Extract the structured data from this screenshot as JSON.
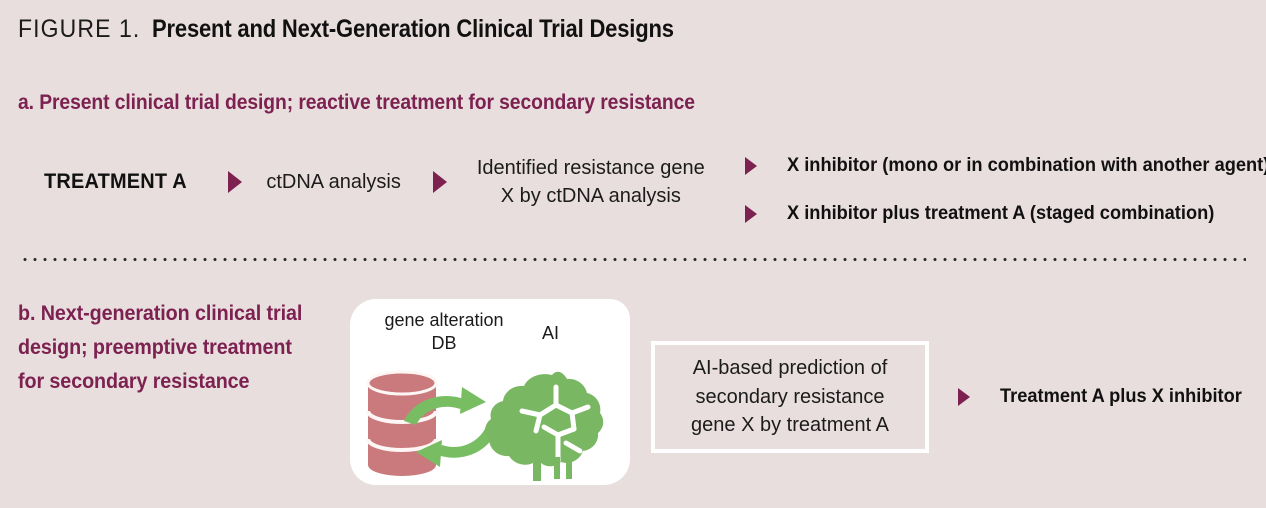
{
  "figure": {
    "label": "FIGURE 1.",
    "title": "Present and Next-Generation Clinical Trial Designs"
  },
  "colors": {
    "background": "#e8dedd",
    "accent_purple": "#7c2150",
    "text_dark": "#1b1b1b",
    "panel_white": "#ffffff",
    "database_red": "#ca7a7d",
    "brain_green": "#7ab762",
    "arrow_green": "#79bd63"
  },
  "section_a": {
    "heading": "a. Present clinical trial design; reactive treatment for secondary resistance",
    "flow": {
      "step1": "TREATMENT A",
      "step2": "ctDNA analysis",
      "step3": "Identified resistance gene\nX by ctDNA analysis"
    },
    "outcomes": [
      "X inhibitor (mono or in combination with another agent)",
      "X inhibitor plus treatment A (staged combination)"
    ]
  },
  "section_b": {
    "heading": "b. Next-generation clinical trial design; preemptive treatment for secondary resistance",
    "illustration": {
      "db_label": "gene alteration\nDB",
      "ai_label": "AI"
    },
    "prediction_box": "AI-based prediction of\nsecondary resistance\ngene X by treatment A",
    "outcome": "Treatment A plus X inhibitor"
  }
}
